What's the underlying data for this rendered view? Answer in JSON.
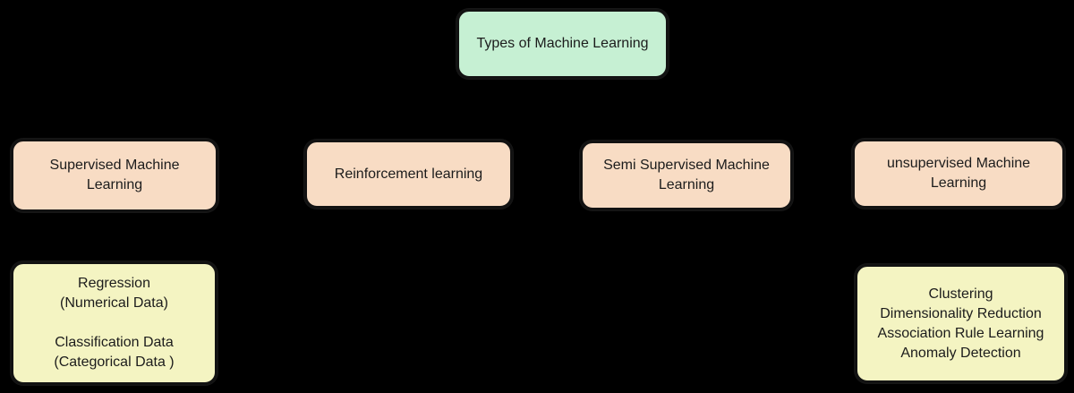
{
  "page": {
    "background": "#000000",
    "border_color": "#121212",
    "text_color": "#1c1c1c"
  },
  "diagram": {
    "title_node": {
      "label": "Types of Machine Learning",
      "fill": "#c6f0d3"
    },
    "category_nodes": [
      {
        "label": "Supervised Machine Learning",
        "fill": "#f8dcc4"
      },
      {
        "label": "Reinforcement learning",
        "fill": "#f8dcc4"
      },
      {
        "label": "Semi Supervised Machine Learning",
        "fill": "#f8dcc4"
      },
      {
        "label": "unsupervised Machine Learning",
        "fill": "#f8dcc4"
      }
    ],
    "detail_nodes": [
      {
        "lines": [
          "Regression",
          "(Numerical Data)",
          "",
          "Classification Data",
          "(Categorical Data )"
        ],
        "fill": "#f4f4c2"
      },
      {
        "lines": [
          "Clustering",
          "Dimensionality Reduction",
          "Association Rule Learning",
          "Anomaly Detection"
        ],
        "fill": "#f4f4c2"
      }
    ]
  }
}
